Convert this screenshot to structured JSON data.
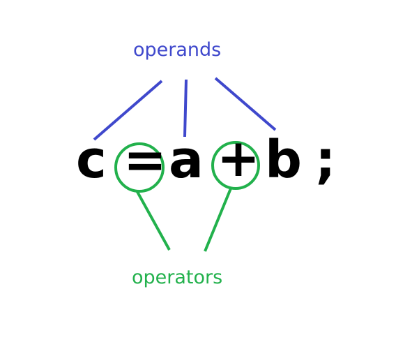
{
  "labels": {
    "operands": "operands",
    "operators": "operators"
  },
  "expression": {
    "c": "c",
    "equals": "=",
    "a": "a",
    "plus": "+",
    "b": "b",
    "semicolon": ";"
  },
  "colors": {
    "operand_lines": "#3f48cc",
    "operator_lines": "#22b14c",
    "expression_text": "#000000"
  }
}
